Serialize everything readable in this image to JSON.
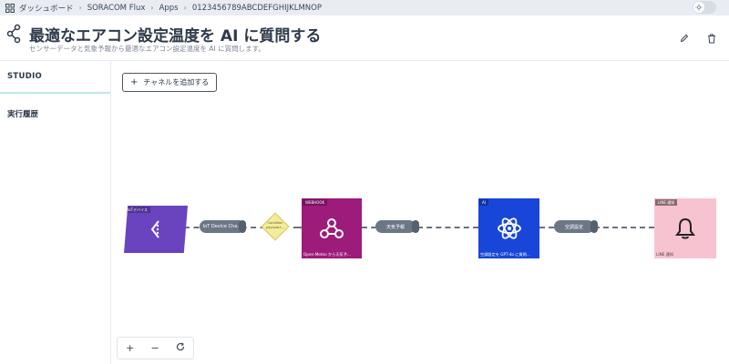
{
  "breadcrumb": {
    "items": [
      "ダッシュボード",
      "SORACOM Flux",
      "Apps",
      "0123456789ABCDEFGHIJKLMNOP"
    ]
  },
  "header": {
    "title": "最適なエアコン設定温度を AI に質問する",
    "subtitle": "センサーデータと気象予報から最適なエアコン設定温度を AI に質問します。"
  },
  "sidebar": {
    "tab_label": "STUDIO",
    "history_label": "実行履歴"
  },
  "canvas": {
    "add_channel_label": "チャネルを追加する",
    "nodes": {
      "device": {
        "tag": "IoTデバイス",
        "color": "#6a43bf"
      },
      "webhook": {
        "tag": "WEBHOOK",
        "caption": "Open-Meteo から天気予…",
        "color": "#9c1b7b"
      },
      "ai": {
        "tag": "AI",
        "caption": "空調設定を GPT-4o に質問…",
        "color": "#1846d8"
      },
      "line": {
        "tag": "LINE 通知",
        "caption": "LINE 通知",
        "color": "#f7c3d0"
      }
    },
    "channels": {
      "device_channel": "IoT Device Cha…",
      "weather_channel": "天気予報",
      "aircon_channel": "空調設定"
    },
    "condition": {
      "label_line1": "Condition",
      "label_line2": "payload.t…"
    }
  },
  "colors": {
    "accent_teal": "#bfe7e7",
    "wire": "#6a7280",
    "pill": "#6b7787"
  }
}
